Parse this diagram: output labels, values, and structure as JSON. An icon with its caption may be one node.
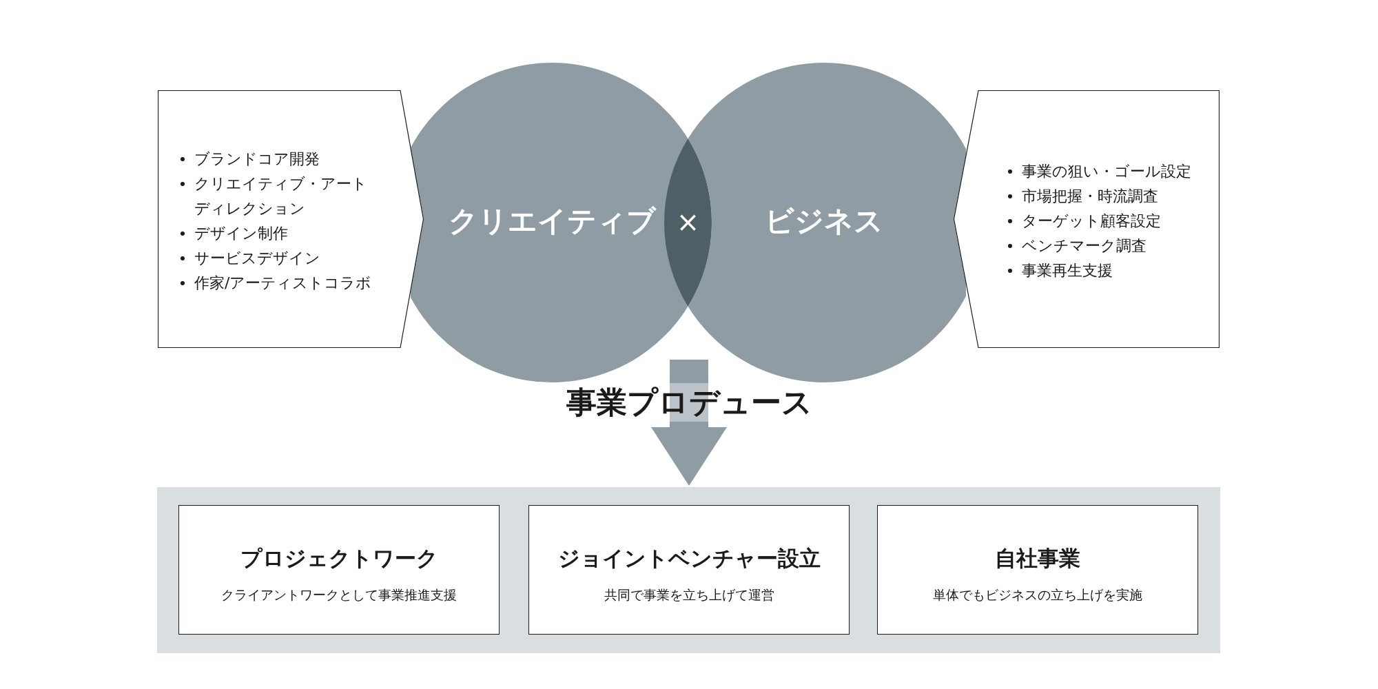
{
  "diagram": {
    "nodes": [
      {
        "text": [
          "ブランドコア開発",
          "クリエイティブ・アートディレクション",
          "デザイン制作",
          "サービスデザイン",
          "作家/アーティストコラボ"
        ]
      },
      {
        "text": [
          "クリエイティブ"
        ]
      },
      {
        "text": [
          "ビジネス"
        ]
      },
      {
        "text": [
          "事業の狙い・ゴール設定",
          "市場把握・時流調査",
          "ターゲット顧客設定",
          "ベンチマーク調査",
          "事業再生支援"
        ]
      },
      {
        "text": [],
        "shape": "box"
      },
      {
        "text": [
          "プロジェクトワーク",
          "クライアントワークとして事業推進支援"
        ],
        "in": 4
      },
      {
        "text": [
          "ジョイントベンチャー設立",
          "共同で事業を立ち上げて運営"
        ],
        "in": 4
      },
      {
        "text": [
          "自社事業",
          "単体でもビジネスの立ち上げを実施"
        ],
        "in": 4
      }
    ],
    "edges": [
      {
        "from": null,
        "to": 4,
        "arrow": "to",
        "label": "事業プロデュース"
      }
    ],
    "labels": [
      "×"
    ]
  }
}
